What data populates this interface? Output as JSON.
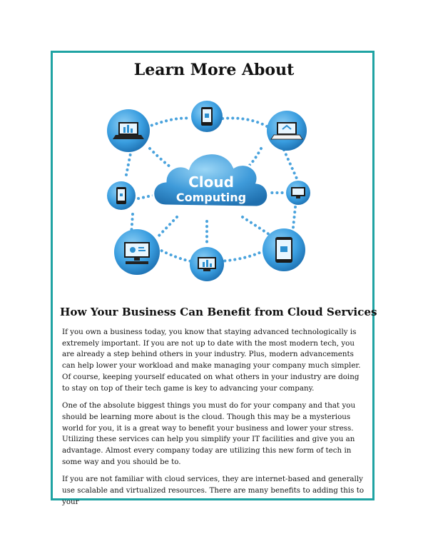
{
  "document": {
    "title": "Learn More About",
    "illustration": {
      "center_label_line1": "Cloud",
      "center_label_line2": "Computing",
      "icons": [
        "laptop-icon",
        "tablet-icon",
        "laptop-icon",
        "phone-icon",
        "monitor-icon",
        "desktop-icon",
        "monitor-icon",
        "tablet-icon"
      ],
      "colors": {
        "node": "#2b8fd0",
        "node_light": "#5fb4e6",
        "cloud": "#3c98d6",
        "dots": "#4aa3dd"
      }
    },
    "section_heading": "How Your Business Can Benefit from Cloud Services",
    "paragraphs": [
      "If you own a business today, you know that staying advanced technologically is extremely important. If you are not up to date with the most modern tech, you are already a step behind others in your industry. Plus, modern advancements can help lower your workload and make managing your company much simpler. Of course, keeping yourself educated on what others in your industry are doing to stay on top of their tech game is key to advancing your company.",
      "One of the absolute biggest things you must do for your company and that you should be learning more about is the cloud. Though this may be a mysterious world for you, it is a great way to benefit your business and lower your stress. Utilizing these services can help you simplify your IT facilities and give you an advantage. Almost every company today are utilizing this new form of tech in some way and you should be to.",
      "If you are not familiar with cloud services, they are internet-based and generally use scalable and virtualized resources. There are many benefits to adding this to your"
    ],
    "frame_color": "#1fa3a3"
  }
}
